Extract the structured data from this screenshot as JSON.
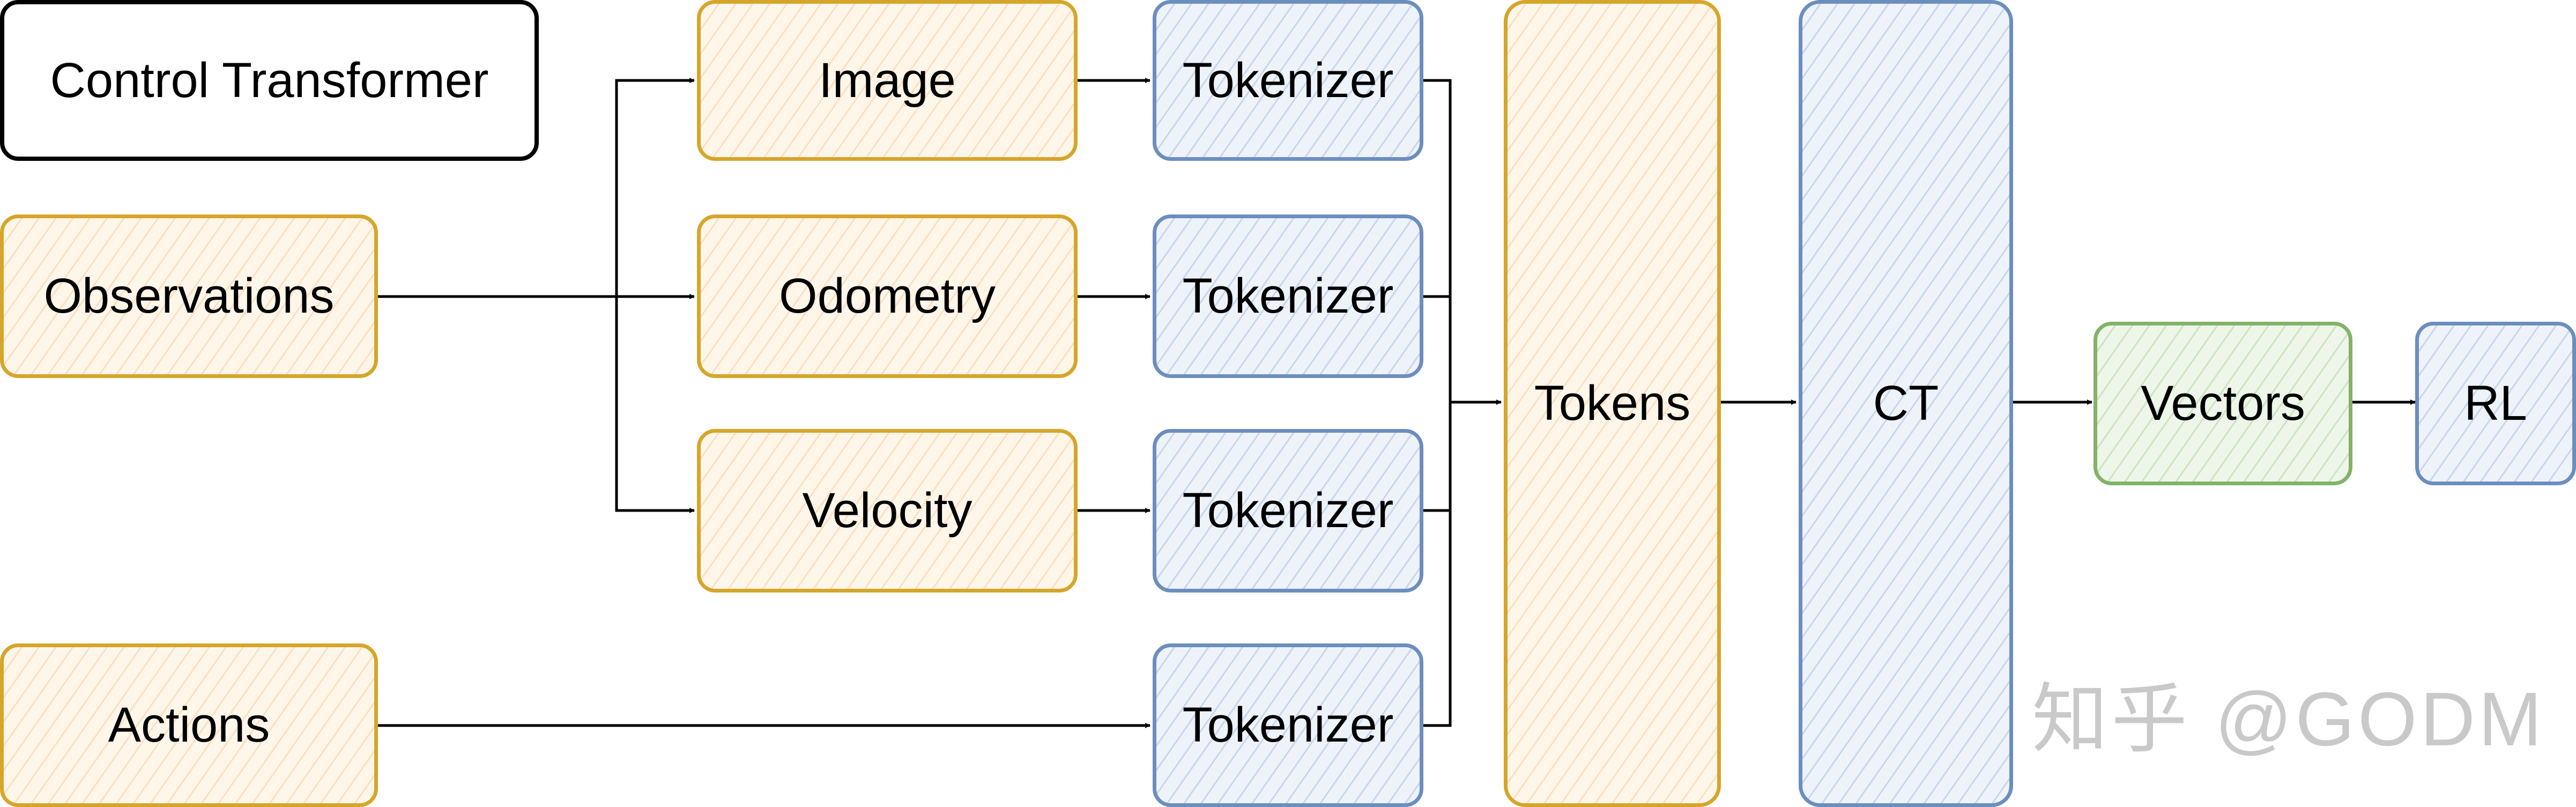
{
  "diagram": {
    "title": "Control Transformer",
    "nodes": {
      "observations": "Observations",
      "actions": "Actions",
      "image": "Image",
      "odometry": "Odometry",
      "velocity": "Velocity",
      "tokenizer_image": "Tokenizer",
      "tokenizer_odometry": "Tokenizer",
      "tokenizer_velocity": "Tokenizer",
      "tokenizer_actions": "Tokenizer",
      "tokens": "Tokens",
      "ct": "CT",
      "vectors": "Vectors",
      "rl": "RL"
    }
  },
  "watermark": "知乎 @GODM",
  "colors": {
    "input_stroke": "#d6a62a",
    "input_fill": "#fff6ea",
    "process_stroke": "#6c8ebf",
    "process_fill": "#eef3fa",
    "output_stroke": "#82b366",
    "output_fill": "#eef6ea",
    "edge": "#000000"
  }
}
